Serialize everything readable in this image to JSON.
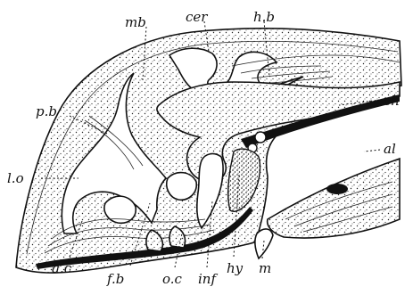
{
  "figure": {
    "labels": {
      "mb": "mb",
      "cer": "cer",
      "hb": "h.b",
      "pb": "p.b",
      "ch": "ch",
      "al": "al",
      "lo": "l.o",
      "ac": "a.c",
      "fb": "f.b",
      "oc": "o.c",
      "inf": "inf",
      "hy": "hy",
      "m": "m"
    },
    "colors": {
      "ink": "#111111",
      "paper": "#ffffff",
      "notochord": "#111111"
    }
  }
}
